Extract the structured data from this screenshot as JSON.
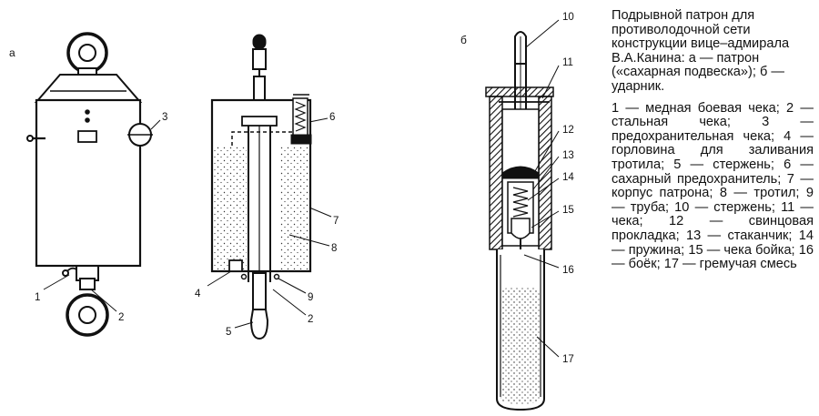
{
  "figure": {
    "panel_a_label": "а",
    "panel_b_label": "б",
    "callouts_a": [
      "1",
      "2",
      "3"
    ],
    "callouts_a2": [
      "4",
      "5",
      "6",
      "7",
      "8",
      "9",
      "2"
    ],
    "callouts_b": [
      "10",
      "11",
      "12",
      "13",
      "14",
      "15",
      "16",
      "17"
    ]
  },
  "caption": {
    "title": "Подрывной патрон для противолодочной сети конструкции вице–адмирала В.А.Канина: а — патрон («сахарная подвеска»); б — ударник.",
    "legend": "1 — медная боевая чека; 2 — стальная чека; 3 — предохранительная чека; 4 — горловина для заливания тротила; 5 — стержень; 6 — сахарный предохранитель; 7 — корпус патрона; 8 — тротил; 9 — труба; 10 — стержень; 11 — чека; 12 — свинцовая прокладка; 13 — стаканчик; 14 — пружина; 15 — чека бойка; 16 — боёк; 17 — гремучая смесь"
  }
}
